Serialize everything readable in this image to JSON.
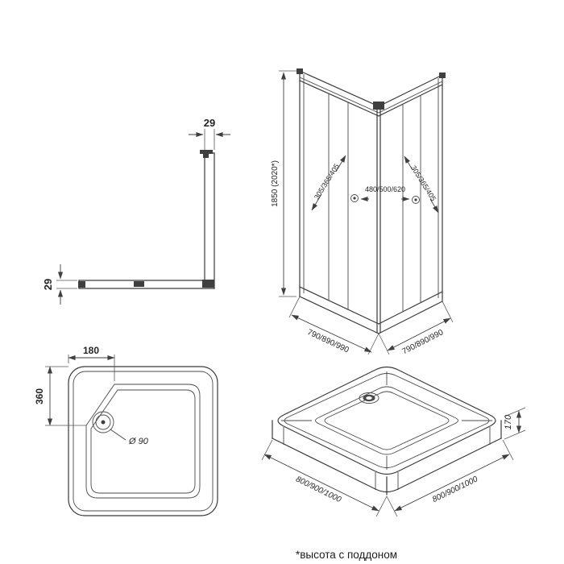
{
  "colors": {
    "line": "#3a3a3a",
    "text": "#242424",
    "background": "#ffffff"
  },
  "footnote": "*высота с поддоном",
  "profile_view": {
    "top_dim": "29",
    "side_dim": "29"
  },
  "enclosure_view": {
    "height_dim": "1850 (2020*)",
    "left_panel_dim": "305/365/405",
    "center_dim": "480/500/620",
    "right_panel_dim": "305/365/405",
    "base_left_dim": "790/890/990",
    "base_right_dim": "790/890/990"
  },
  "tray_top_view": {
    "width_dim": "180",
    "depth_dim": "360",
    "drain_dim": "Ø 90"
  },
  "tray_3d_view": {
    "base_left_dim": "800/900/1000",
    "base_right_dim": "800/900/1000",
    "height_dim": "170"
  }
}
